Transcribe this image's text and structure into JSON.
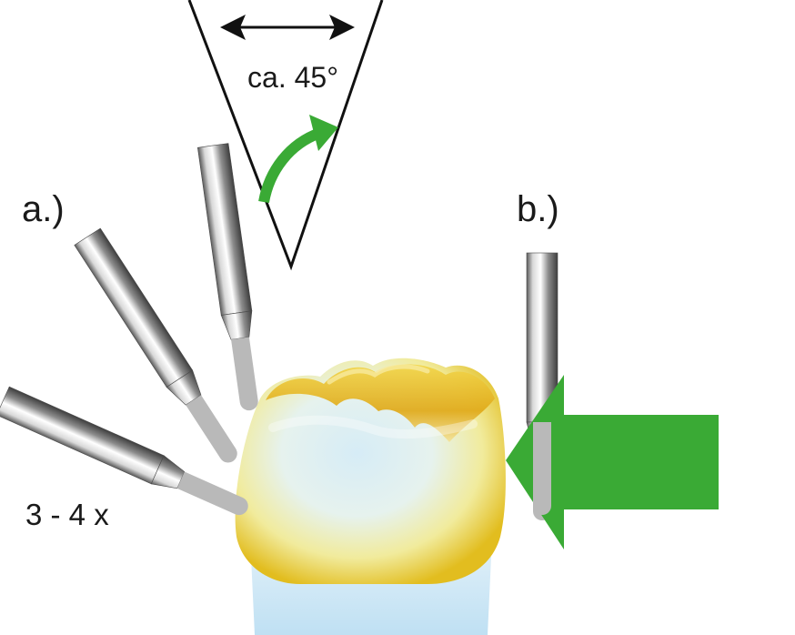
{
  "labels": {
    "angle": "ca. 45°",
    "step_a": "a.)",
    "step_b": "b.)",
    "repeat": "3 - 4 x"
  },
  "colors": {
    "accent_green": "#3aaa35",
    "outline": "#111111",
    "probe_tip": "#b9b9b9",
    "crown_yellow": "#e8c62a",
    "tooth_blue": "#cfe6f3"
  }
}
